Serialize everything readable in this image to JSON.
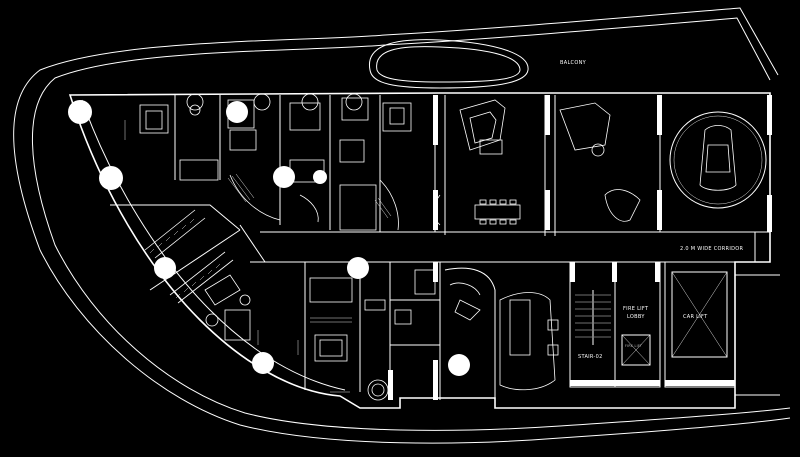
{
  "labels": {
    "balcony": "BALCONY",
    "corridor": "2.0 M WIDE CORRIDOR",
    "fire_lift_lobby_line1": "FIRE LIFT",
    "fire_lift_lobby_line2": "LOBBY",
    "car_lift": "CAR LIFT",
    "fire_lift": "FIRE LIFT",
    "stair": "STAIR-02"
  },
  "colors": {
    "background": "#000000",
    "linework": "#ffffff"
  }
}
